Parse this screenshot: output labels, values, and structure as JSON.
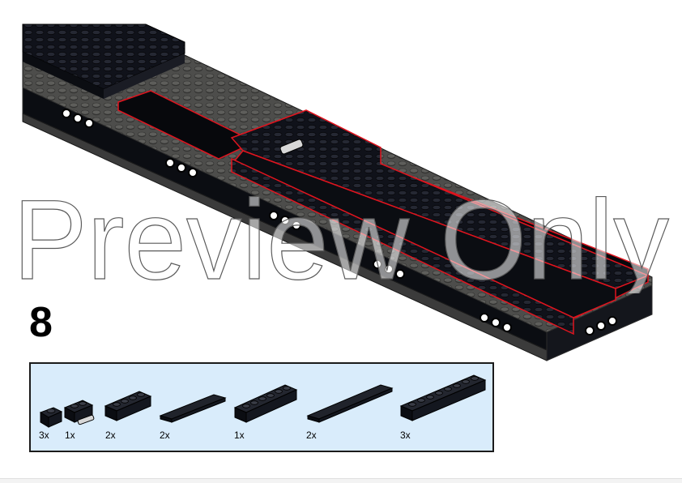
{
  "step": {
    "number": "8"
  },
  "watermark": {
    "text": "Preview Only"
  },
  "parts": [
    {
      "qty": "3x",
      "name": "brick-1x1"
    },
    {
      "qty": "1x",
      "name": "brick-1x2-with-clip"
    },
    {
      "qty": "2x",
      "name": "brick-1x4"
    },
    {
      "qty": "2x",
      "name": "tile-1x6"
    },
    {
      "qty": "1x",
      "name": "brick-1x6"
    },
    {
      "qty": "2x",
      "name": "tile-1x8"
    },
    {
      "qty": "3x",
      "name": "brick-1x8"
    }
  ],
  "colors": {
    "plate": "#4f4f4f",
    "brick": "#0b0d12",
    "highlight": "#e0141e",
    "panel_bg": "#d9ecfb"
  }
}
